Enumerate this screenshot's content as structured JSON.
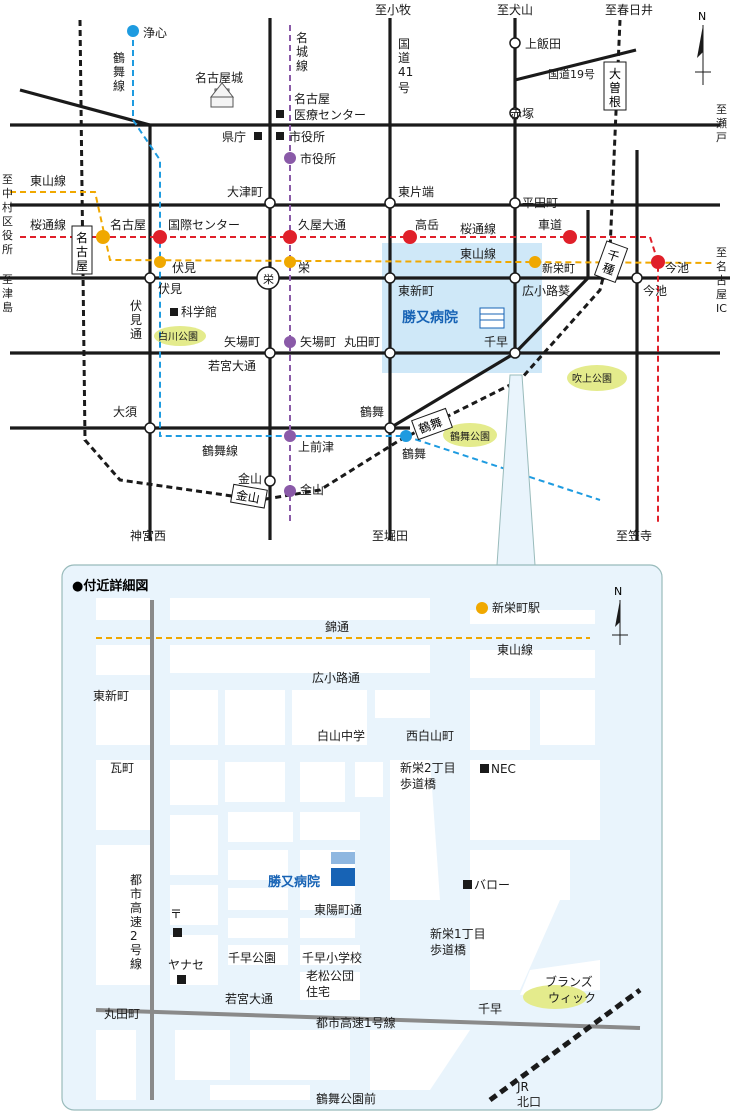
{
  "colors": {
    "road": "#1a1a1a",
    "rail_dash": "#1a1a1a",
    "line_tsurumai": "#1e9be0",
    "line_meijo": "#8a5aa8",
    "line_sakuradori": "#e0202a",
    "line_higashiyama": "#f0a800",
    "area_highlight": "#cfe8f8",
    "inset_bg": "#e9f4fc",
    "block": "#ffffff",
    "expressway": "#8a8a8a",
    "park": "#e4eb8c",
    "hospital_text": "#1763b5"
  },
  "north_label": "N",
  "main_map": {
    "edge_labels": {
      "top_komaki": "至小牧",
      "top_inuyama": "至犬山",
      "top_kasugai": "至春日井",
      "right_seto": "至瀬戸",
      "right_nagoya_ic": "至名古屋IC",
      "left_nakamura": "至中村区役所",
      "left_tsushima": "至津島",
      "bottom_jinguunishi": "神宮西",
      "bottom_horita": "至堀田",
      "bottom_kasadera": "至笠寺"
    },
    "road_names": {
      "kokudo41": "国道41号",
      "kokudo19": "国道19号",
      "ozone": "大曽根",
      "chikusa": "千種",
      "nagoya_box": "名古屋",
      "kanayama_box": "金山",
      "tsurumai_box": "鶴舞",
      "fushimi_dori": "伏見通",
      "sakura_dori": "桜通線",
      "higashiyama_line_label": "東山線",
      "higashiyama_line_left": "東山線",
      "meijo_line": "名城線",
      "tsurumai_line": "鶴舞線",
      "tsurumai_line_bottom": "鶴舞線",
      "sakura_line_right": "桜通線"
    },
    "places": {
      "joshin": "浄心",
      "nagoyajo": "名古屋城",
      "iryo_center": "名古屋\n医療センター",
      "kencho": "県庁",
      "shiyakusho": "市役所",
      "shiyakusho_st": "市役所",
      "kamiiida": "上飯田",
      "akatsuka": "赤塚",
      "otsumachi": "大津町",
      "higashikataha": "東片端",
      "heiden": "平田町",
      "nagoya_st": "名古屋",
      "kokusai": "国際センター",
      "hisaya": "久屋大通",
      "takaoka": "高岳",
      "kurumamichi": "車道",
      "fushimi": "伏見",
      "fushimi2": "伏見",
      "sakae": "栄",
      "sakae_circle": "栄",
      "shinsakae": "新栄町",
      "imaike": "今池",
      "imaike2": "今池",
      "higashishinmachi": "東新町",
      "hirokoji": "広小路葵",
      "kagakukan": "科学館",
      "shirakawa": "白川公園",
      "yabacho": "矢場町",
      "yabacho_st": "矢場町",
      "marutamachi": "丸田町",
      "chikusa_jct": "千早",
      "wakamiya": "若宮大通",
      "fukiage": "吹上公園",
      "osu": "大須",
      "tsurumai": "鶴舞",
      "tsurumai_st": "鶴舞",
      "tsurumai_park": "鶴舞公園",
      "kamimaezu": "上前津",
      "kanayama": "金山",
      "kanayama_st": "金山",
      "hospital": "勝又病院"
    }
  },
  "inset": {
    "title": "●付近詳細図",
    "labels": {
      "shinsakae_st": "新栄町駅",
      "nishiki": "錦通",
      "higashiyama": "東山線",
      "hirokoji": "広小路通",
      "higashishinmachi": "東新町",
      "kawaramachi": "瓦町",
      "shirakawa_jhs": "白山中学",
      "nishishirakawa": "西白山町",
      "shinsakae2": "新栄2丁目\n歩道橋",
      "nec": "NEC",
      "hospital": "勝又病院",
      "barro": "バロー",
      "toyo_dori": "東陽町通",
      "expressway2": "都市高速2号線",
      "post_mark": "〒",
      "yanase": "ヤナセ",
      "chikusa_park": "千早公園",
      "chikusa_es": "千早小学校",
      "shinsakae1": "新栄1丁目\n歩道橋",
      "oimatsu": "老松公団\n住宅",
      "brands": "ブランズ\nウィック",
      "marutamachi": "丸田町",
      "wakamiya": "若宮大通",
      "chikusa": "千早",
      "expressway1": "都市高速1号線",
      "tsurumai_park_front": "鶴舞公園前",
      "jr_kitaguchi": "JR\n北口"
    }
  }
}
